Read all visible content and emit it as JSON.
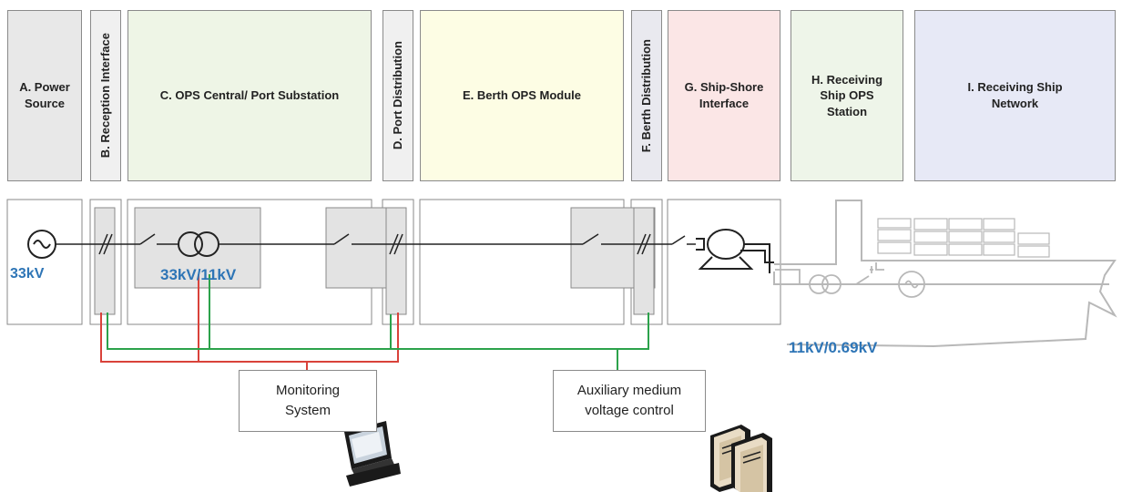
{
  "zones": {
    "a": {
      "label": "A. Power Source"
    },
    "b": {
      "label": "B. Reception Interface"
    },
    "c": {
      "label": "C. OPS Central/ Port Substation"
    },
    "d": {
      "label": "D. Port Distribution"
    },
    "e": {
      "label": "E. Berth OPS Module"
    },
    "f": {
      "label": "F. Berth Distribution"
    },
    "g": {
      "label": "G. Ship-Shore Interface"
    },
    "h": {
      "label": "H. Receiving Ship OPS Station"
    },
    "i": {
      "label": "I. Receiving Ship Network"
    }
  },
  "voltages": {
    "source": "33kV",
    "substation": "33kV/11kV",
    "ship": "11kV/0.69kV"
  },
  "systems": {
    "monitoring": "Monitoring System",
    "auxiliary": "Auxiliary medium voltage control"
  },
  "colors": {
    "monitoring_line": "#d9423a",
    "control_line": "#2ca24b",
    "voltage_text": "#2e75b6",
    "zone_a": "#e8e8e8",
    "zone_b": "#f0f0f0",
    "zone_c": "#eef5e6",
    "zone_d": "#f0f0f0",
    "zone_e": "#fdfde4",
    "zone_f": "#e9e9ef",
    "zone_g": "#fbe6e6",
    "zone_h": "#eef5e9",
    "zone_i": "#e7e9f6"
  },
  "icons": [
    "ac-source-icon",
    "transformer-icon",
    "switch-icon",
    "motor-generator-icon",
    "computer-monitor-icon",
    "server-icon",
    "ship-icon"
  ]
}
